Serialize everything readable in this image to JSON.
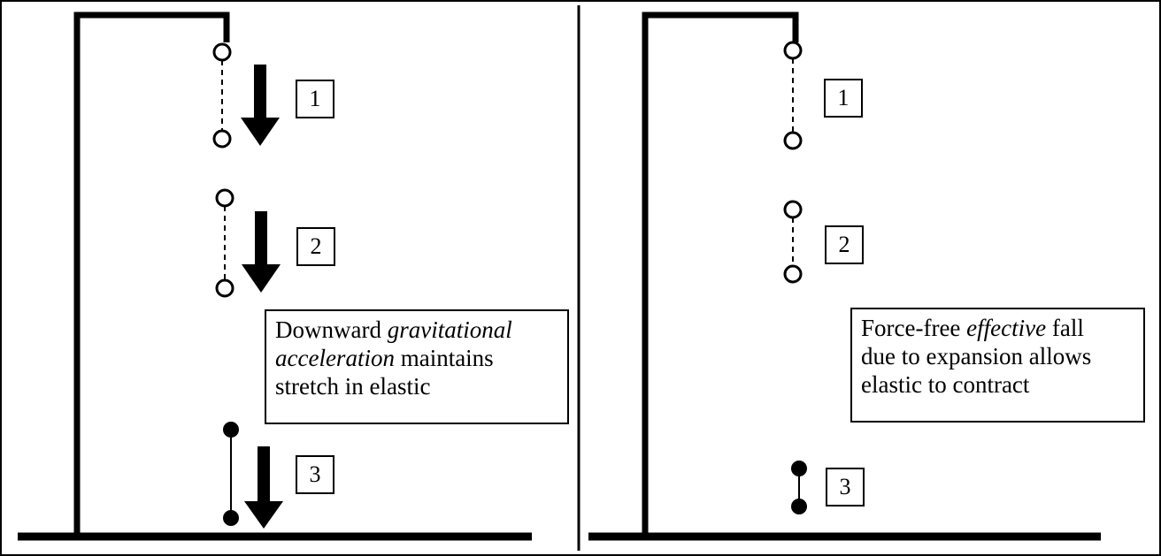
{
  "left_panel": {
    "stages": [
      {
        "label": "1"
      },
      {
        "label": "2"
      },
      {
        "label": "3"
      }
    ],
    "caption": {
      "line1_a": "Downward ",
      "line1_b": "gravitational",
      "line2_a": "acceleration",
      "line2_b": " maintains",
      "line3": "stretch in elastic"
    }
  },
  "right_panel": {
    "stages": [
      {
        "label": "1"
      },
      {
        "label": "2"
      },
      {
        "label": "3"
      }
    ],
    "caption": {
      "line1_a": "Force-free ",
      "line1_b": "effective",
      "line1_c": " fall",
      "line2": "due to expansion allows",
      "line3": "elastic to contract"
    }
  }
}
